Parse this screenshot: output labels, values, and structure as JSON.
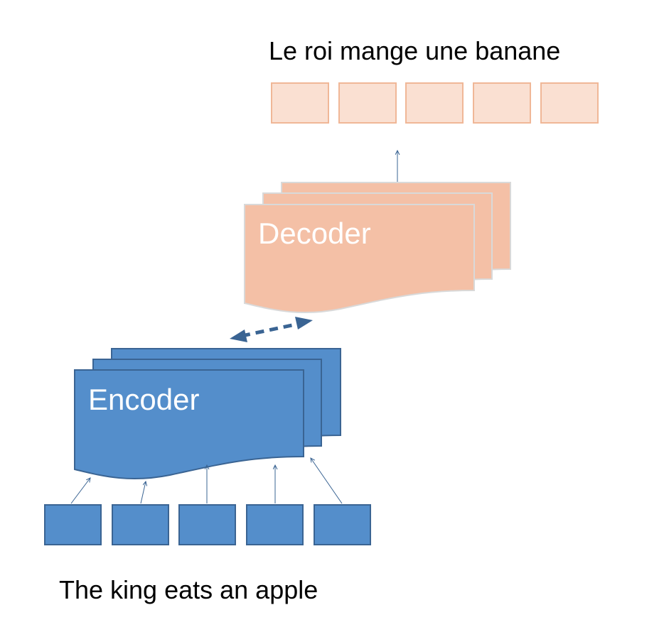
{
  "output_sentence": "Le roi mange une banane",
  "input_sentence": "The king eats an apple",
  "decoder": {
    "label": "Decoder",
    "fill": "#f4c0a6",
    "stroke": "#d9d9d9",
    "layers": 3
  },
  "encoder": {
    "label": "Encoder",
    "fill": "#548ecb",
    "stroke": "#3a6493",
    "layers": 3
  },
  "output_tokens": {
    "count": 5,
    "fill": "#fae0d2",
    "stroke": "#f0b797"
  },
  "input_tokens": {
    "count": 5,
    "fill": "#548ecb",
    "stroke": "#3a6493"
  },
  "attention_link": {
    "style": "dashed bidirectional",
    "color": "#3a6493"
  }
}
